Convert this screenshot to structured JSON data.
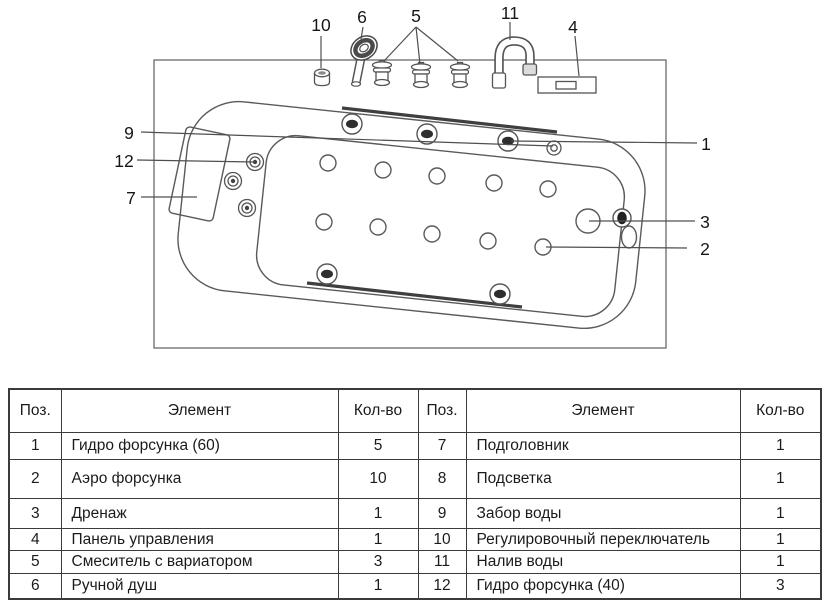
{
  "diagram": {
    "callouts": {
      "n1": "1",
      "n2": "2",
      "n3": "3",
      "n4": "4",
      "n5": "5",
      "n6": "6",
      "n7": "7",
      "n9": "9",
      "n10": "10",
      "n11": "11",
      "n12": "12"
    }
  },
  "table": {
    "headers": [
      "Поз.",
      "Элемент",
      "Кол-во",
      "Поз.",
      "Элемент",
      "Кол-во"
    ],
    "rows": [
      [
        "1",
        "Гидро форсунка (60)",
        "5",
        "7",
        "Подголовник",
        "1"
      ],
      [
        "2",
        "Аэро форсунка",
        "10",
        "8",
        "Подсветка",
        "1"
      ],
      [
        "3",
        "Дренаж",
        "1",
        "9",
        "Забор воды",
        "1"
      ],
      [
        "4",
        "Панель управления",
        "1",
        "10",
        "Регулировочный переключатель",
        "1"
      ],
      [
        "5",
        "Смеситель с вариатором",
        "3",
        "11",
        "Налив воды",
        "1"
      ],
      [
        "6",
        "Ручной душ",
        "1",
        "12",
        "Гидро форсунка (40)",
        "3"
      ]
    ]
  }
}
